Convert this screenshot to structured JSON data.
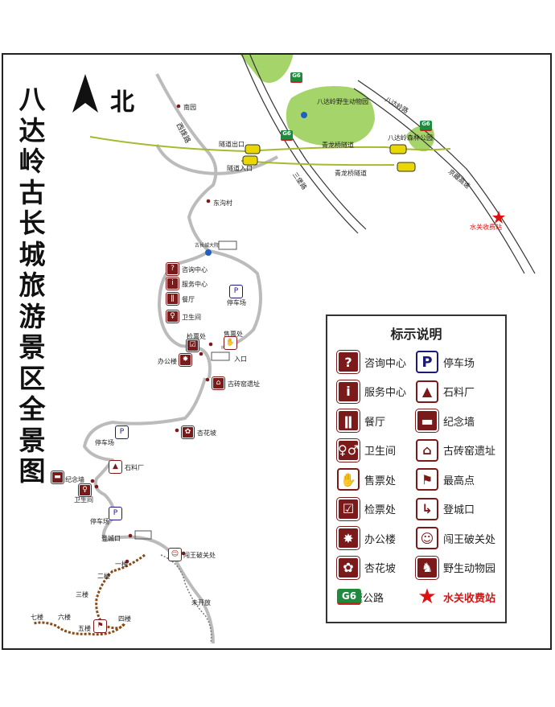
{
  "title": [
    "八",
    "达",
    "岭",
    "古",
    "长",
    "城",
    "旅",
    "游",
    "景",
    "区",
    "全",
    "景",
    "图"
  ],
  "north": "北",
  "legend": {
    "title": "标示说明",
    "items": [
      {
        "icon": "consultation-icon",
        "glyph": "?",
        "label": "咨询中心"
      },
      {
        "icon": "parking-icon",
        "glyph": "P",
        "label": "停车场"
      },
      {
        "icon": "info-icon",
        "glyph": "i",
        "label": "服务中心"
      },
      {
        "icon": "stone-factory-icon",
        "glyph": "▲",
        "label": "石料厂"
      },
      {
        "icon": "restaurant-icon",
        "glyph": "ǁ",
        "label": "餐厅"
      },
      {
        "icon": "memorial-wall-icon",
        "glyph": "▬",
        "label": "纪念墙"
      },
      {
        "icon": "restroom-icon",
        "glyph": "♀♂",
        "label": "卫生间"
      },
      {
        "icon": "kiln-ruins-icon",
        "glyph": "⌂",
        "label": "古砖窑遗址"
      },
      {
        "icon": "ticket-office-icon",
        "glyph": "✋",
        "label": "售票处"
      },
      {
        "icon": "highest-point-icon",
        "glyph": "⚑",
        "label": "最高点"
      },
      {
        "icon": "ticket-check-icon",
        "glyph": "☑",
        "label": "检票处"
      },
      {
        "icon": "wall-entrance-icon",
        "glyph": "↳",
        "label": "登城口"
      },
      {
        "icon": "office-icon",
        "glyph": "✸",
        "label": "办公楼"
      },
      {
        "icon": "hero-pass-icon",
        "glyph": "☺",
        "label": "闯王破关处"
      },
      {
        "icon": "apricot-slope-icon",
        "glyph": "✿",
        "label": "杏花坡"
      },
      {
        "icon": "wildlife-zoo-icon",
        "glyph": "♞",
        "label": "野生动物园"
      },
      {
        "icon": "g6-highway-icon",
        "glyph": "G6",
        "label": "高速公路"
      },
      {
        "icon": "toll-station-star-icon",
        "glyph": "★",
        "label": "水关收费站"
      }
    ]
  },
  "map_labels": {
    "nanyuan": "南园",
    "xibao_road": "西拨路",
    "tunnel_exit": "隧道出口",
    "tunnel_entry": "隧道入口",
    "qinglong_tunnel_1": "青龙桥隧道",
    "qinglong_tunnel_2": "青龙桥隧道",
    "zoo_park": "八达岭野生动物园",
    "forest_park": "八达岭森林公园",
    "badaling_road": "八达岭路",
    "jingzang_highway": "京藏高速",
    "sanbao_road": "三堡路",
    "shuiguan_toll": "水关收费站",
    "donggou": "东沟村",
    "great_wall_hall": "古长城大院",
    "consultation": "咨询中心",
    "service": "服务中心",
    "restaurant": "餐厅",
    "restroom": "卫生间",
    "parking_top": "停车场",
    "ticket_check": "检票处",
    "ticket_office": "售票处",
    "office": "办公楼",
    "entrance": "入口",
    "kiln": "古砖窑遗址",
    "parking_mid": "停车场",
    "apricot": "杏花坡",
    "stone_factory": "石料厂",
    "memorial_wall": "纪念墙",
    "restroom_low": "卫生间",
    "parking_low": "停车场",
    "wall_entrance": "登城口",
    "hero_pass": "闯王破关处",
    "tower1": "一楼",
    "tower2": "二楼",
    "tower3": "三楼",
    "tower4": "四楼",
    "tower5": "五楼",
    "tower6": "六楼",
    "tower7": "七楼",
    "not_open": "未开放",
    "g6": "G6"
  },
  "colors": {
    "poi": "#7a1a1a",
    "road": "#bbbbbb",
    "wall": "#8a4a14",
    "railway": "#a8b830",
    "green": "#a5d46a",
    "star": "#d11111",
    "g6": "#1f8a3e"
  }
}
